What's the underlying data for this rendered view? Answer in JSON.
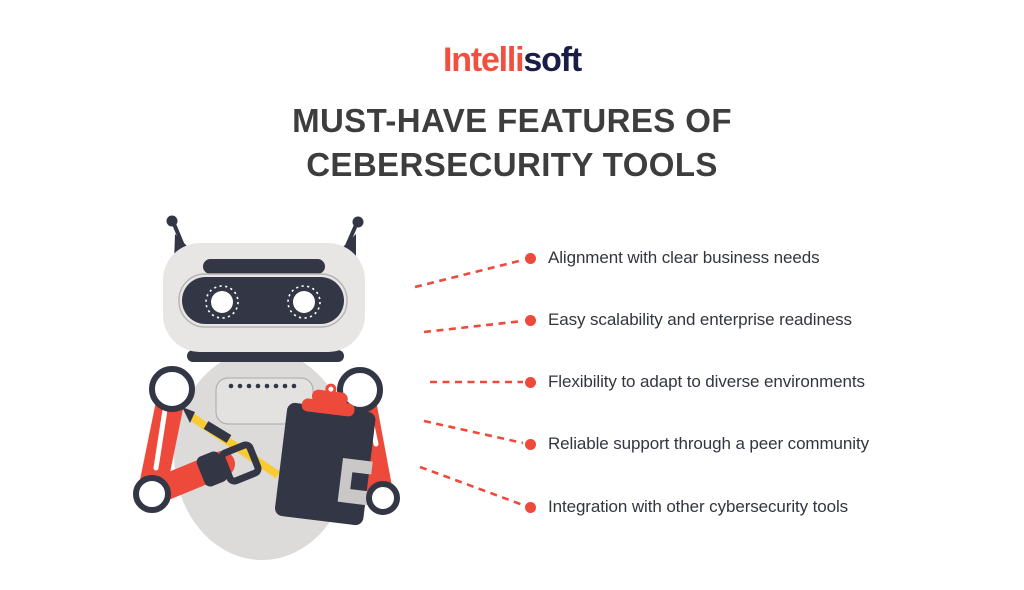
{
  "brand": {
    "logo_part_red": "Intelli",
    "logo_part_navy": "soft"
  },
  "title": {
    "line1": "MUST-HAVE FEATURES OF",
    "line2": "CEBERSECURITY TOOLS"
  },
  "features": [
    {
      "label": "Alignment with clear business needs"
    },
    {
      "label": "Easy scalability and enterprise readiness"
    },
    {
      "label": "Flexibility to adapt to diverse environments"
    },
    {
      "label": "Reliable support through a peer community"
    },
    {
      "label": "Integration with other cybersecurity tools"
    }
  ],
  "illustration": {
    "name": "robot-assistant-holding-clipboard-and-pencil"
  },
  "colors": {
    "accent_red": "#EE4A3B",
    "robot_navy": "#333645",
    "logo_red": "#F2503F",
    "logo_navy": "#1B1D49",
    "title_text": "#3D3D3D",
    "feature_text": "#333540",
    "robot_head_gray": "#E7E6E4",
    "robot_body_gray": "#DCDBD9",
    "pencil_yellow": "#F9CB32",
    "hand_gray": "#C9C8C6",
    "background": "#FFFFFF"
  }
}
